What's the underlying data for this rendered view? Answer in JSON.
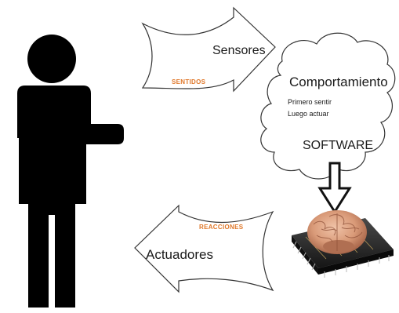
{
  "diagram": {
    "arrow_top": {
      "label": "Sensores",
      "sublabel": "SENTIDOS"
    },
    "arrow_bottom": {
      "label": "Actuadores",
      "sublabel": "REACCIONES"
    },
    "cloud": {
      "title": "Comportamiento",
      "line1": "Primero sentir",
      "line2": "Luego actuar",
      "footer": "SOFTWARE"
    },
    "colors": {
      "figure": "#000000",
      "accent": "#e0782a",
      "outline": "#333333",
      "brain": "#d99a78",
      "chip": "#2a2a2a"
    }
  }
}
